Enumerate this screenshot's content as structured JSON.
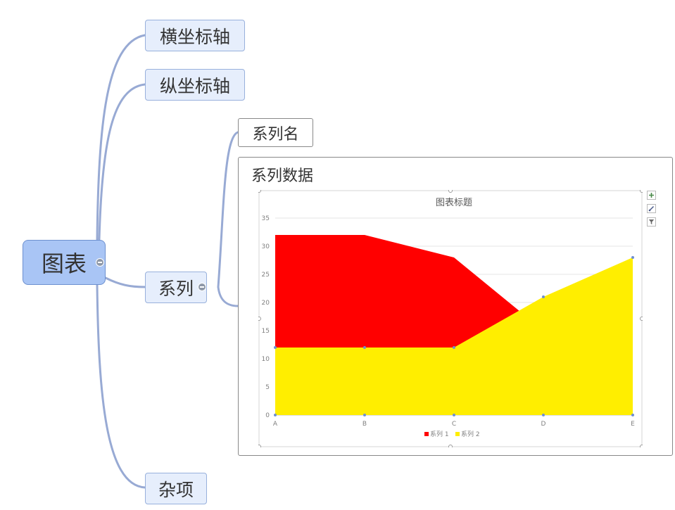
{
  "mindmap": {
    "root": {
      "label": "图表"
    },
    "branches": [
      {
        "label": "横坐标轴"
      },
      {
        "label": "纵坐标轴"
      },
      {
        "label": "系列",
        "children": [
          {
            "label": "系列名"
          },
          {
            "label": "系列数据"
          }
        ]
      },
      {
        "label": "杂项"
      }
    ]
  },
  "colors": {
    "connector": "#98aad4",
    "node_fill": "#e6eefc",
    "root_fill": "#a9c5f5",
    "series1": "#ff0000",
    "series2": "#ffee00"
  },
  "chart_tools": [
    "plus-icon",
    "brush-icon",
    "filter-icon"
  ],
  "chart_data": {
    "type": "area",
    "title": "图表标题",
    "categories": [
      "A",
      "B",
      "C",
      "D",
      "E"
    ],
    "series": [
      {
        "name": "系列 1",
        "values": [
          32,
          32,
          28,
          15,
          15
        ],
        "color": "#ff0000"
      },
      {
        "name": "系列 2",
        "values": [
          12,
          12,
          12,
          21,
          28
        ],
        "color": "#ffee00"
      }
    ],
    "yticks": [
      0,
      5,
      10,
      15,
      20,
      25,
      30,
      35
    ],
    "ylim": [
      0,
      35
    ],
    "grid": true,
    "legend": "bottom"
  }
}
